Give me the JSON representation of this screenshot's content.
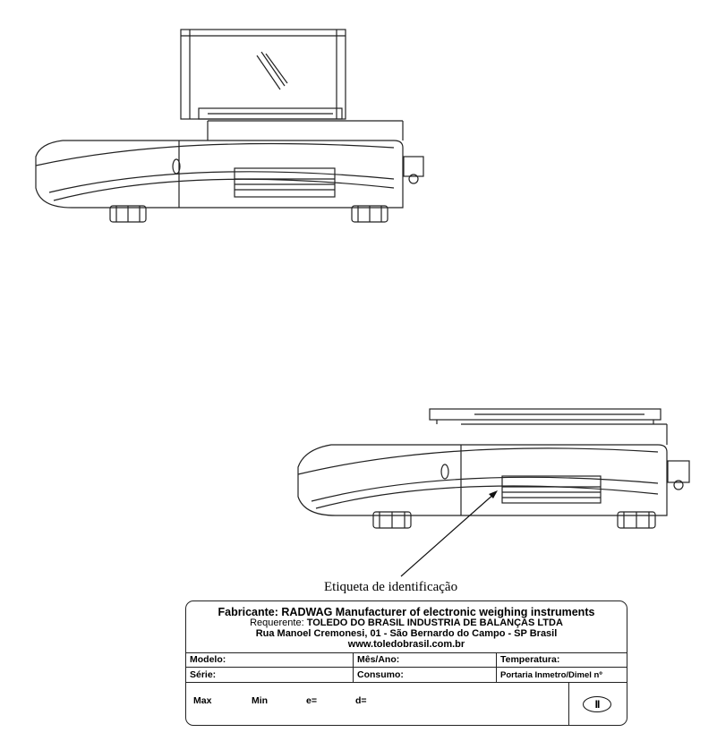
{
  "caption": "Etiqueta de identificação",
  "label": {
    "line1": "Fabricante: RADWAG Manufacturer of electronic weighing instruments",
    "line2_prefix": "Requerente:",
    "line2_value": "TOLEDO DO BRASIL INDUSTRIA DE BALANÇAS LTDA",
    "line3": "Rua Manoel Cremonesi, 01 - São Bernardo do Campo - SP  Brasil",
    "line4": "www.toledobrasil.com.br",
    "modelo": "Modelo:",
    "mes_ano": "Mês/Ano:",
    "temperatura": "Temperatura:",
    "serie": "Série:",
    "consumo": "Consumo:",
    "portaria": "Portaria Inmetro/Dimel nº",
    "max": "Max",
    "min": "Min",
    "e": "e=",
    "d": "d=",
    "class_symbol": "II"
  },
  "colors": {
    "line": "#222222",
    "background": "#ffffff"
  }
}
